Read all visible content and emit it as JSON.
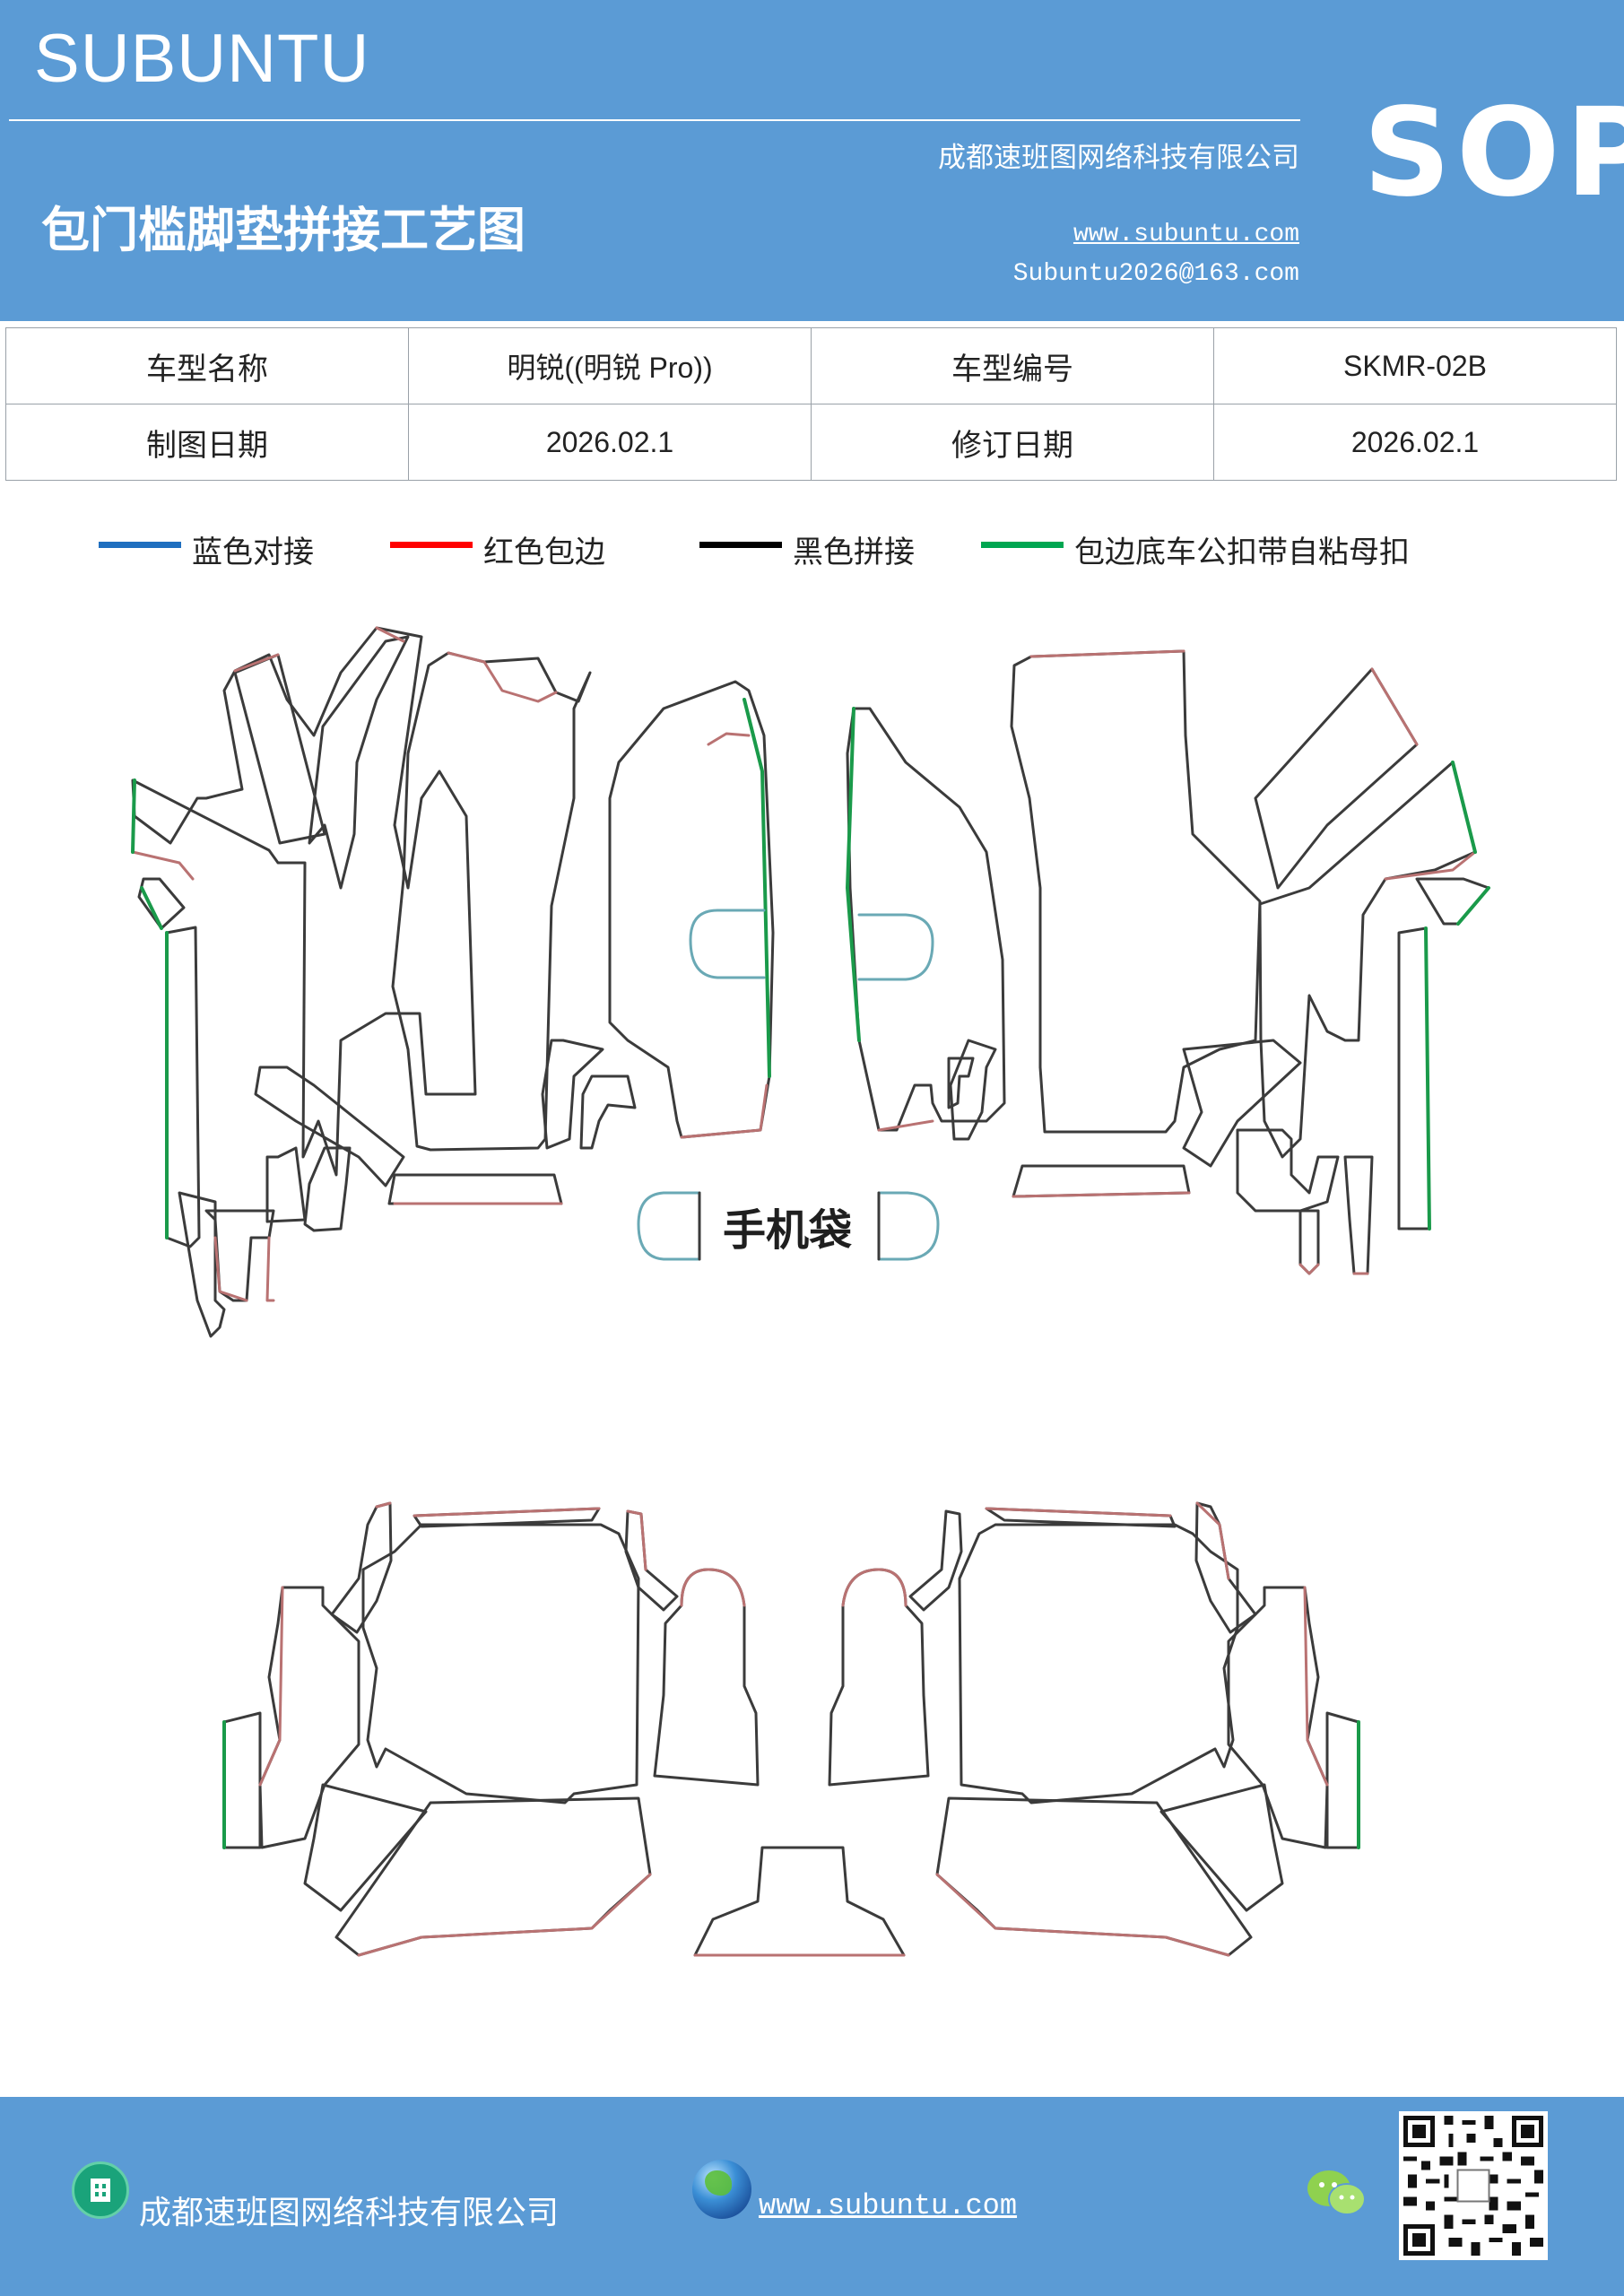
{
  "header": {
    "brand": "SUBUNTU",
    "company": "成都速班图网络科技有限公司",
    "title": "包门槛脚垫拼接工艺图",
    "website": "www.subuntu.com",
    "email": "Subuntu2026@163.com",
    "badge": "SOP"
  },
  "info_table": {
    "model_name_label": "车型名称",
    "model_name_value": "明锐((明锐 Pro))",
    "model_code_label": "车型编号",
    "model_code_value": "SKMR-02B",
    "draw_date_label": "制图日期",
    "draw_date_value": "2026.02.1",
    "revise_date_label": "修订日期",
    "revise_date_value": "2026.02.1"
  },
  "legend": [
    {
      "label": "蓝色对接",
      "color": "#1f6fbf"
    },
    {
      "label": "红色包边",
      "color": "#ff0000"
    },
    {
      "label": "黑色拼接",
      "color": "#000000"
    },
    {
      "label": "包边底车公扣带自粘母扣",
      "color": "#00a651"
    }
  ],
  "diagram": {
    "phone_pocket_label": "手机袋",
    "stroke_colors": {
      "black": "#3b3b3b",
      "red": "#b97272",
      "green": "#1a9a4a",
      "blue": "#6aa9b5"
    }
  },
  "footer": {
    "company": "成都速班图网络科技有限公司",
    "website": "www.subuntu.com",
    "icons": [
      "building-icon",
      "globe-icon",
      "wechat-icon",
      "qr-code"
    ]
  }
}
